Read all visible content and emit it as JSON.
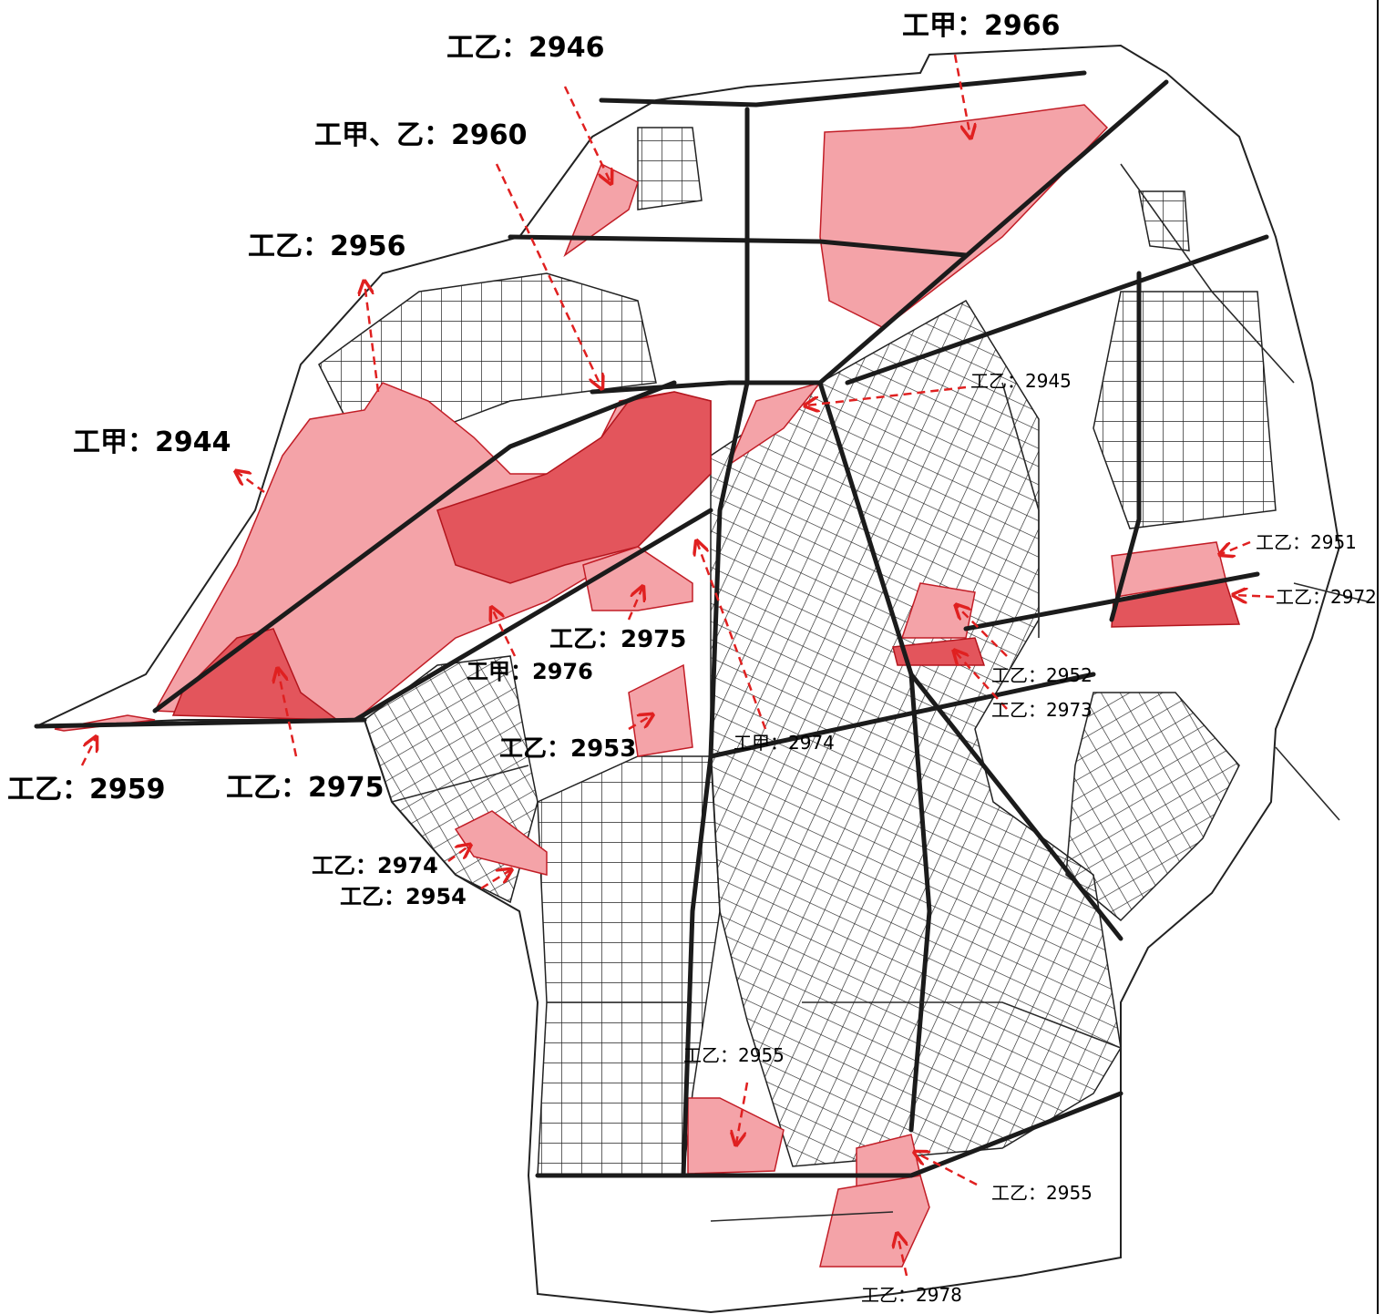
{
  "labels": [
    {
      "id": "l2966",
      "text": "工甲：2966"
    },
    {
      "id": "l2946",
      "text": "工乙：2946"
    },
    {
      "id": "l2960",
      "text": "工甲、乙：2960"
    },
    {
      "id": "l2956",
      "text": "工乙：2956"
    },
    {
      "id": "l2944",
      "text": "工甲：2944"
    },
    {
      "id": "l2945",
      "text": "工乙：2945"
    },
    {
      "id": "l2951",
      "text": "工乙：2951"
    },
    {
      "id": "l2972",
      "text": "工乙：2972"
    },
    {
      "id": "l2975a",
      "text": "工乙：2975"
    },
    {
      "id": "l2976",
      "text": "工甲：2976"
    },
    {
      "id": "l2952",
      "text": "工乙：2952"
    },
    {
      "id": "l2973",
      "text": "工乙：2973"
    },
    {
      "id": "l2953",
      "text": "工乙：2953"
    },
    {
      "id": "l2974a",
      "text": "工甲：2974"
    },
    {
      "id": "l2959",
      "text": "工乙：2959"
    },
    {
      "id": "l2975b",
      "text": "工乙：2975"
    },
    {
      "id": "l2974b",
      "text": "工乙：2974"
    },
    {
      "id": "l2954",
      "text": "工乙：2954"
    },
    {
      "id": "l2955a",
      "text": "工乙：2955"
    },
    {
      "id": "l2955b",
      "text": "工乙：2955"
    },
    {
      "id": "l2978",
      "text": "工乙：2978"
    }
  ],
  "colors": {
    "zone_light": "#f4a3a8",
    "zone_dark": "#e3555c",
    "leader": "#e02020"
  }
}
